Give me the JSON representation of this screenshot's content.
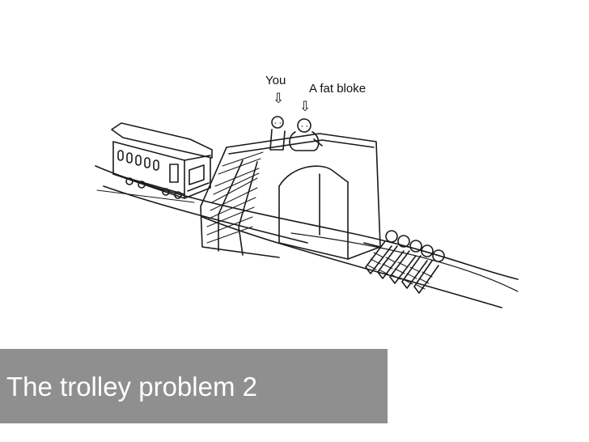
{
  "labels": {
    "you": "You",
    "fat_bloke": "A fat bloke"
  },
  "arrows": {
    "you": "⇩",
    "fat_bloke": "⇩"
  },
  "caption": {
    "title": "The trolley problem 2"
  },
  "colors": {
    "caption_background": "#8f8f8f",
    "caption_text": "#ffffff",
    "ink": "#1a1a1a"
  }
}
